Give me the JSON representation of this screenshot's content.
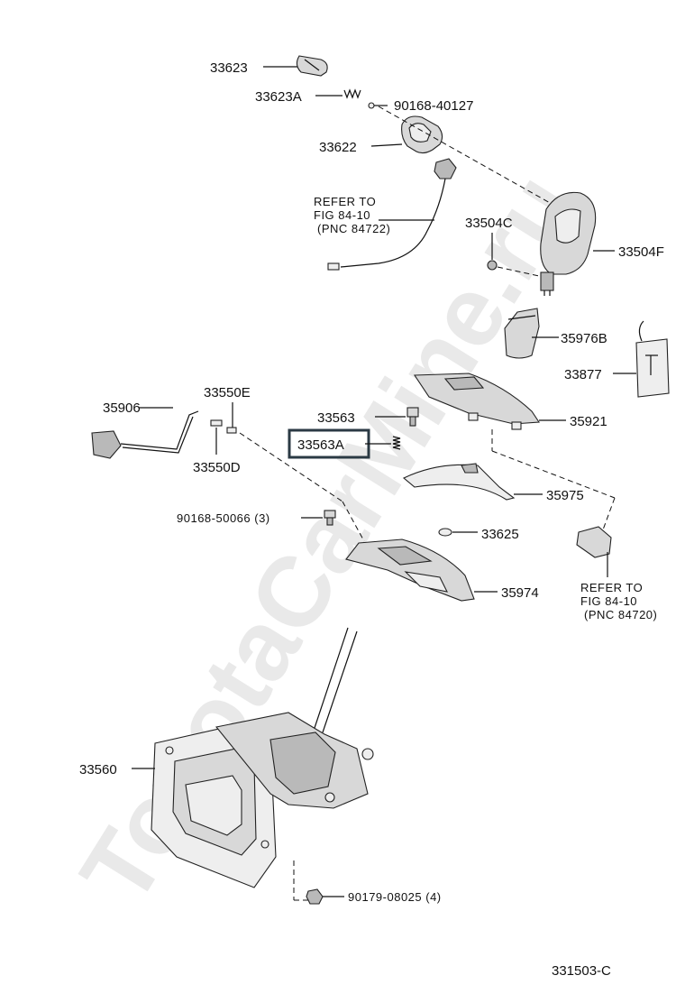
{
  "watermark": "ToyotaCarMine.ru",
  "highlight_color": "#2b3a44",
  "labels": {
    "p33623": "33623",
    "p33623a": "33623A",
    "p90168_40127": "90168-40127",
    "p33622": "33622",
    "refer1_line1": "REFER TO",
    "refer1_line2": "FIG 84-10",
    "refer1_line3": "(PNC 84722)",
    "p33504c": "33504C",
    "p33504f": "33504F",
    "p35976b": "35976B",
    "p33877": "33877",
    "p35906": "35906",
    "p33550e": "33550E",
    "p33550d": "33550D",
    "p33563": "33563",
    "p33563a": "33563A",
    "p35921": "35921",
    "p35975": "35975",
    "p90168_50066": "90168-50066 (3)",
    "p33625": "33625",
    "p35974": "35974",
    "refer2_line1": "REFER TO",
    "refer2_line2": "FIG 84-10",
    "refer2_line3": "(PNC 84720)",
    "p33560": "33560",
    "p90179_08025": "90179-08025 (4)",
    "figure_code": "331503-C"
  }
}
